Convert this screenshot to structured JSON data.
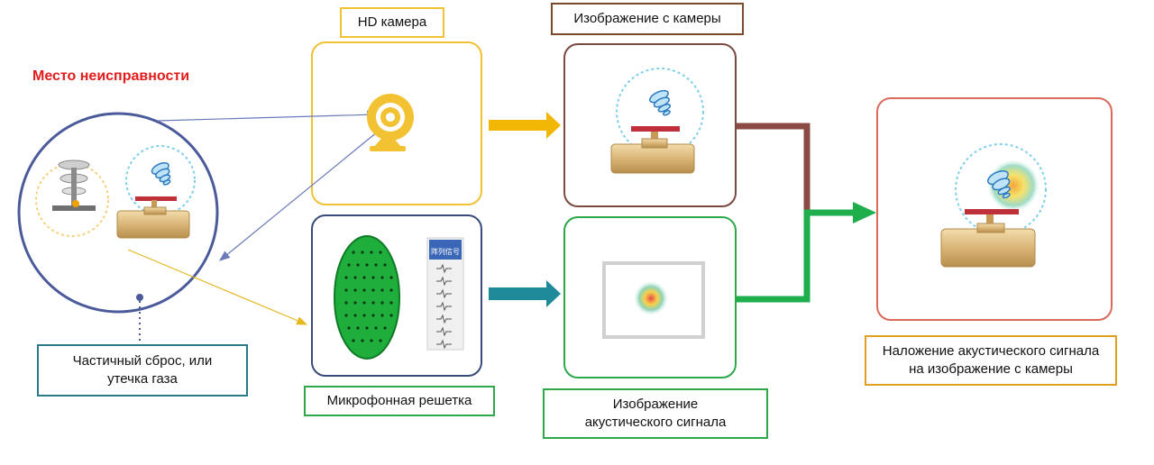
{
  "fault_title": "Место неисправности",
  "fault_caption": "Частичный сброс, или утечка газа",
  "hd_camera_label": "HD камера",
  "camera_image_label": "Изображение с камеры",
  "mic_array_label": "Микрофонная решетка",
  "acoustic_image_label": "Изображение акустического сигнала",
  "overlay_label": "Наложение акустического сигнала на изображение с камеры",
  "signal_panel_header": "阵列信号",
  "icons": [
    "webcam-icon",
    "microphone-array-icon",
    "valve-icon",
    "partial-discharge-icon",
    "acoustic-spot-icon"
  ],
  "colors": {
    "camera": "#f2c232",
    "mic": "#3a4a7a",
    "camera_image": "#7a4a40",
    "acoustic": "#2fa84a",
    "overlay": "#d96a5a",
    "fault_title": "#e21b1b",
    "caption_border": "#2a7a8a",
    "arrow_yellow": "#f2b705",
    "arrow_teal": "#1f8a9a",
    "connector_brown": "#8b4a43",
    "connector_green": "#1fae4c"
  }
}
